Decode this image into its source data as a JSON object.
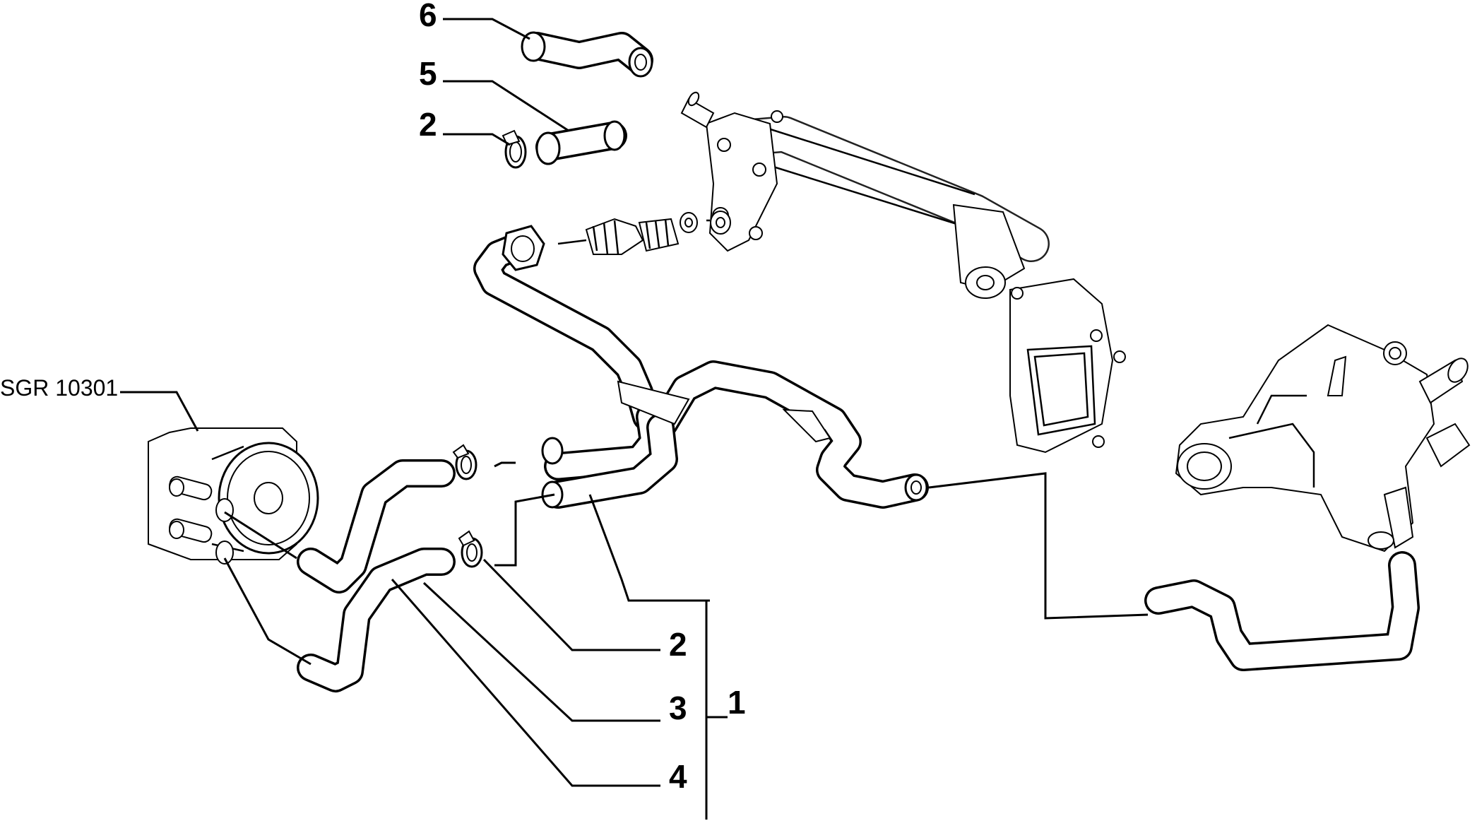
{
  "reference_code": "SGR 10301",
  "callouts": {
    "c6": "6",
    "c5": "5",
    "c2_top": "2",
    "c2_right": "2",
    "c3": "3",
    "c4": "4",
    "c1": "1"
  }
}
